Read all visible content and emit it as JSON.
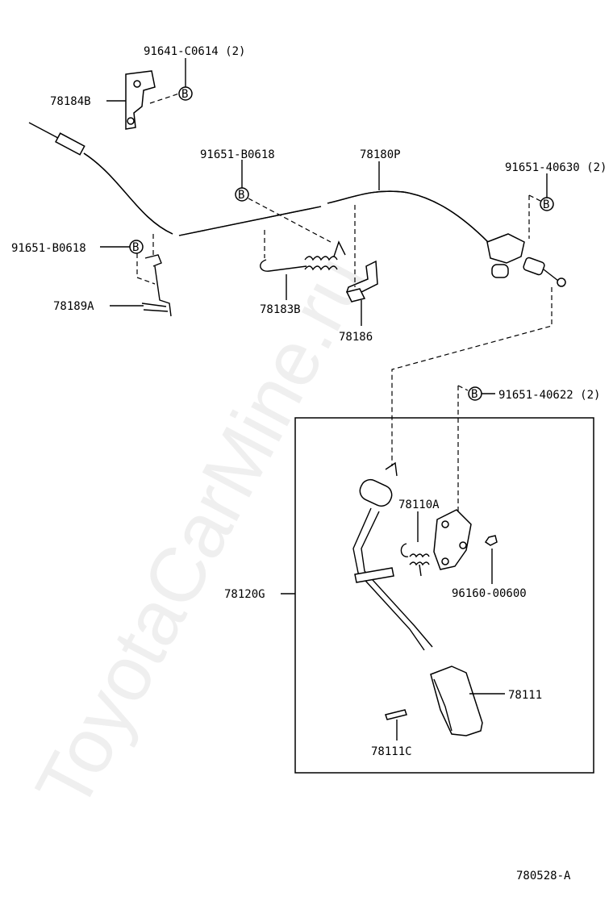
{
  "watermark": "ToyotaCarMine.ru",
  "labels": {
    "p91641": "91641-C0614 (2)",
    "p78184B": "78184B",
    "p91651_B0618_a": "91651-B0618",
    "p78180P": "78180P",
    "p91651_40630": "91651-40630 (2)",
    "p91651_B0618_b": "91651-B0618",
    "p78189A": "78189A",
    "p78183B": "78183B",
    "p78186": "78186",
    "p91651_40622": "91651-40622 (2)",
    "p78110A": "78110A",
    "p96160": "96160-00600",
    "p78120G": "78120G",
    "p78111": "78111",
    "p78111C": "78111C",
    "figure_id": "780528-A"
  },
  "bolt_glyph": "B"
}
